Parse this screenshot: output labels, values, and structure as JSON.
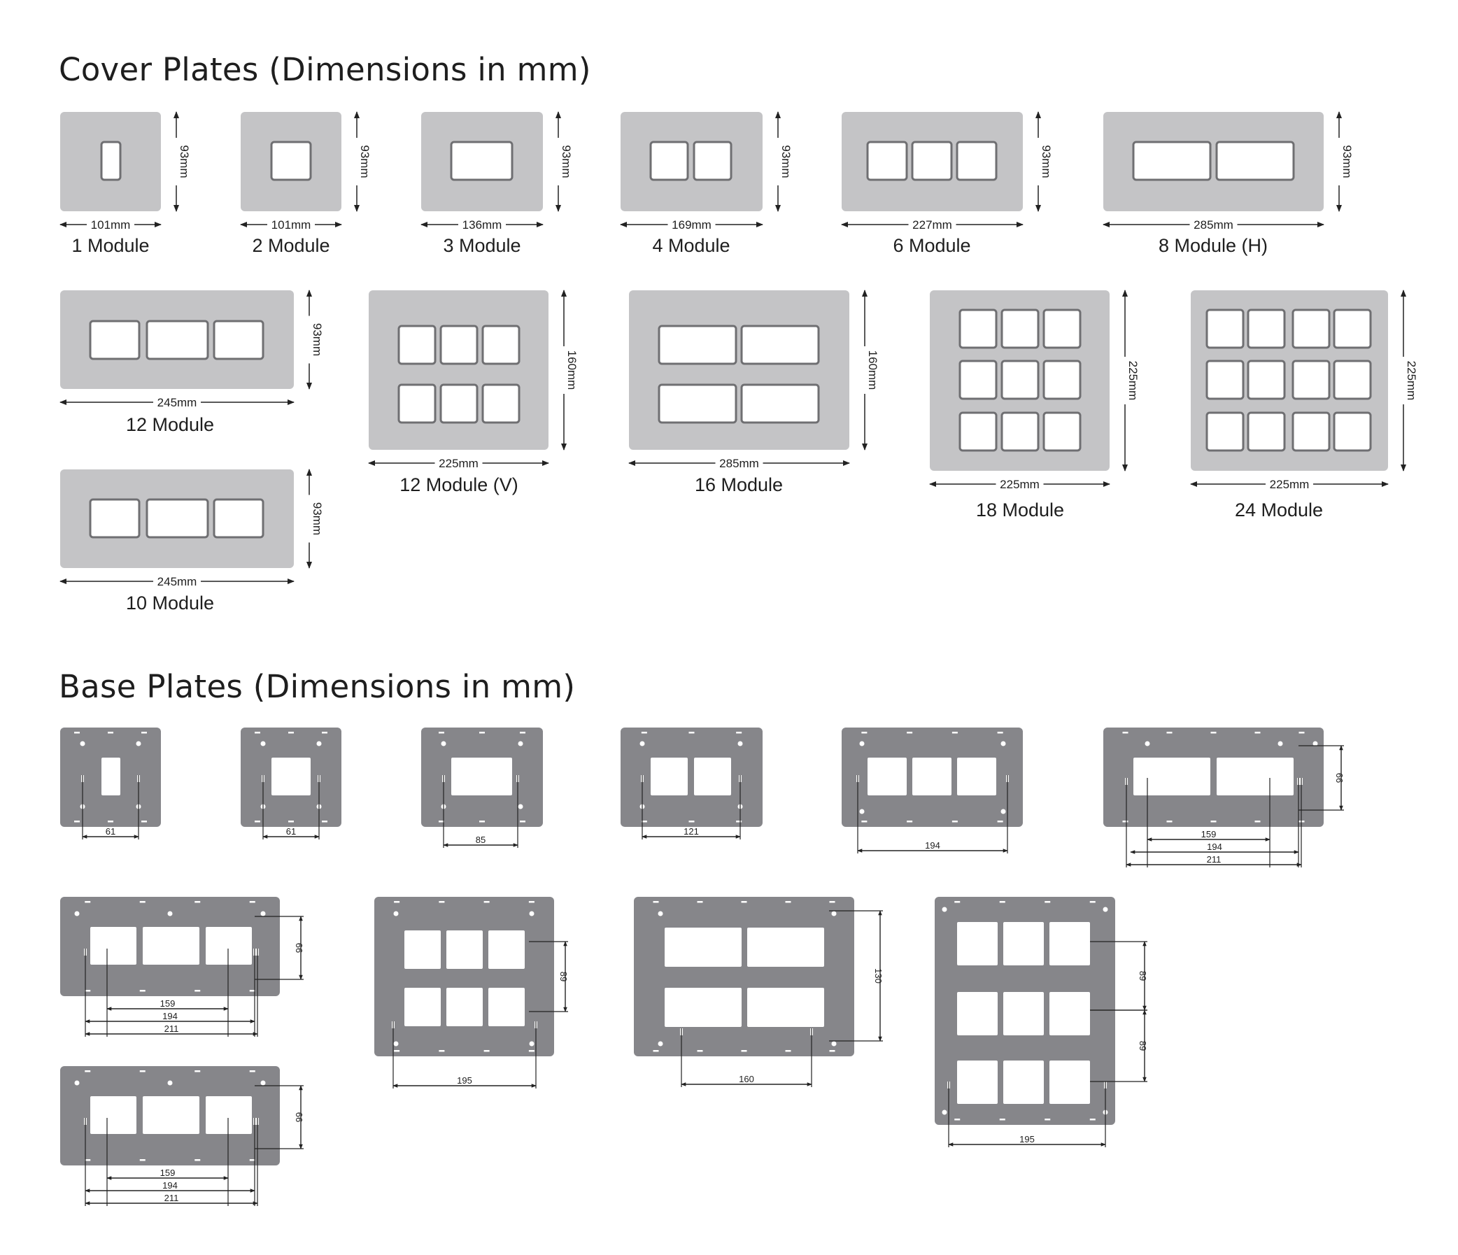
{
  "cover_title": "Cover Plates (Dimensions in mm)",
  "base_title": "Base Plates (Dimensions in mm)",
  "colors": {
    "cover_plate": "#c4c4c6",
    "cover_window": "#ffffff",
    "cover_window_border": "#6f6f72",
    "base_plate": "#86868a",
    "base_cutout": "#ffffff",
    "dimension_line": "#222222"
  },
  "cover_plates": [
    {
      "label": "1 Module",
      "width": "101mm",
      "height": "93mm"
    },
    {
      "label": "2 Module",
      "width": "101mm",
      "height": "93mm"
    },
    {
      "label": "3 Module",
      "width": "136mm",
      "height": "93mm"
    },
    {
      "label": "4 Module",
      "width": "169mm",
      "height": "93mm"
    },
    {
      "label": "6 Module",
      "width": "227mm",
      "height": "93mm"
    },
    {
      "label": "8 Module (H)",
      "width": "285mm",
      "height": "93mm"
    },
    {
      "label": "12 Module",
      "width": "245mm",
      "height": "93mm"
    },
    {
      "label": "12 Module (V)",
      "width": "225mm",
      "height": "160mm"
    },
    {
      "label": "16 Module",
      "width": "285mm",
      "height": "160mm"
    },
    {
      "label": "18 Module",
      "width": "225mm",
      "height": "225mm"
    },
    {
      "label": "24 Module",
      "width": "225mm",
      "height": "225mm"
    },
    {
      "label": "10 Module",
      "width": "245mm",
      "height": "93mm"
    }
  ],
  "base_plates": [
    {
      "dims": [
        "61"
      ]
    },
    {
      "dims": [
        "61"
      ]
    },
    {
      "dims": [
        "85"
      ]
    },
    {
      "dims": [
        "121"
      ]
    },
    {
      "dims": [
        "194"
      ]
    },
    {
      "dims": [
        "159",
        "194",
        "211"
      ],
      "vdims": [
        "66"
      ]
    },
    {
      "dims": [
        "159",
        "194",
        "211"
      ],
      "vdims": [
        "66"
      ]
    },
    {
      "dims": [
        "195"
      ],
      "vdims": [
        "89"
      ]
    },
    {
      "dims": [
        "160"
      ],
      "vdims": [
        "130"
      ]
    },
    {
      "dims": [
        "195"
      ],
      "vdims": [
        "89",
        "89"
      ]
    },
    {
      "dims": [
        "159",
        "194",
        "211"
      ],
      "vdims": [
        "66"
      ]
    }
  ]
}
